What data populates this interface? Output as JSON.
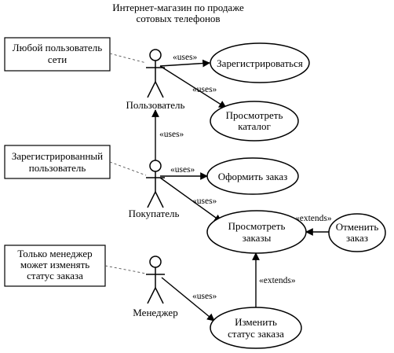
{
  "title": [
    "Интернет-магазин по продаже",
    "сотовых телефонов"
  ],
  "actors": {
    "user": "Пользователь",
    "buyer": "Покупатель",
    "manager": "Менеджер"
  },
  "use_cases": {
    "register": [
      "Зарегистрироваться"
    ],
    "browse": [
      "Просмотреть",
      "каталог"
    ],
    "place_order": [
      "Оформить заказ"
    ],
    "view_orders": [
      "Просмотреть",
      "заказы"
    ],
    "cancel_order": [
      "Отменить",
      "заказ"
    ],
    "change_status": [
      "Изменить",
      "статус заказа"
    ]
  },
  "notes": {
    "any_user": [
      "Любой пользователь",
      "сети"
    ],
    "registered": [
      "Зарегистрированный",
      "пользователь"
    ],
    "manager_only": [
      "Только менеджер",
      "может изменять",
      "статус заказа"
    ]
  },
  "relations": {
    "uses": "«uses»",
    "extends": "«extends»"
  }
}
